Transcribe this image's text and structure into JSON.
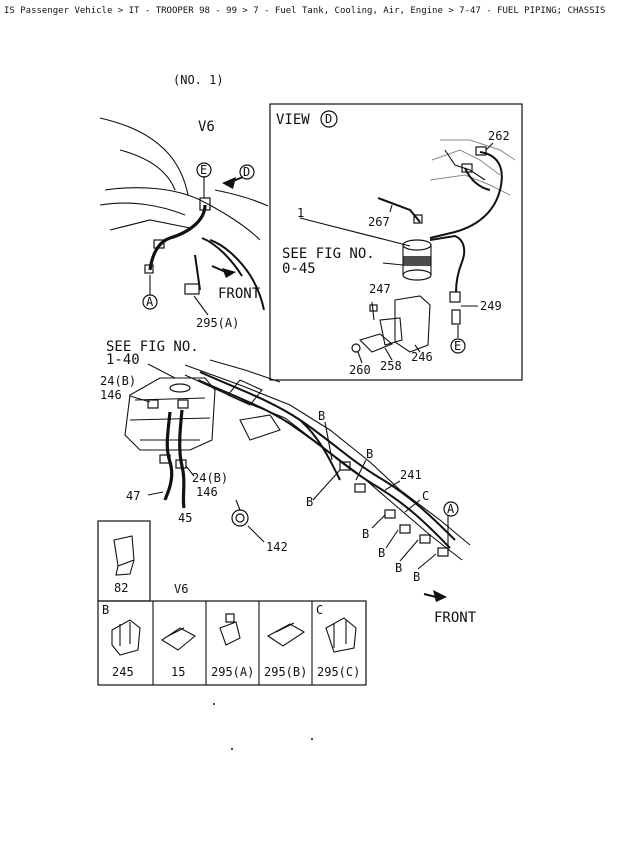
{
  "header": {
    "top_breadcrumb": "IS Passenger Vehicle > IT - TROOPER 98 - 99 > 7 - Fuel Tank, Cooling, Air, Engine > 7-47 - FUEL PIPING; CHASSIS",
    "diagram_number": "(NO. 1)"
  },
  "upper_left": {
    "engine_label": "V6",
    "front_label": "FRONT",
    "callout_295a": "295(A)",
    "marker_e": "E",
    "marker_a": "A",
    "marker_d": "D"
  },
  "view_d": {
    "title": "VIEW",
    "title_marker": "D",
    "see_fig_line1": "SEE FIG NO.",
    "see_fig_line2": "0-45",
    "parts": {
      "p1": "1",
      "p262": "262",
      "p267": "267",
      "p247": "247",
      "p249": "249",
      "p246": "246",
      "p258": "258",
      "p260": "260"
    },
    "marker_e": "E"
  },
  "main": {
    "see_fig_line1": "SEE FIG NO.",
    "see_fig_line2": "1-40",
    "p24b_top": "24(B)",
    "p146_top": "146",
    "p24b_bottom": "24(B)",
    "p146_bottom": "146",
    "p47": "47",
    "p45": "45",
    "p142": "142",
    "p241": "241",
    "marker_a": "A",
    "marker_c": "C",
    "b_labels": [
      "B",
      "B",
      "B",
      "B",
      "B",
      "B",
      "B"
    ],
    "front_label": "FRONT"
  },
  "parts_table": {
    "col1_header_82": "82",
    "engine_label": "V6",
    "cells": [
      {
        "letter": "B",
        "number": "245"
      },
      {
        "letter": "",
        "number": "15"
      },
      {
        "letter": "",
        "number": "295(A)"
      },
      {
        "letter": "",
        "number": "295(B)"
      },
      {
        "letter": "C",
        "number": "295(C)"
      }
    ]
  }
}
